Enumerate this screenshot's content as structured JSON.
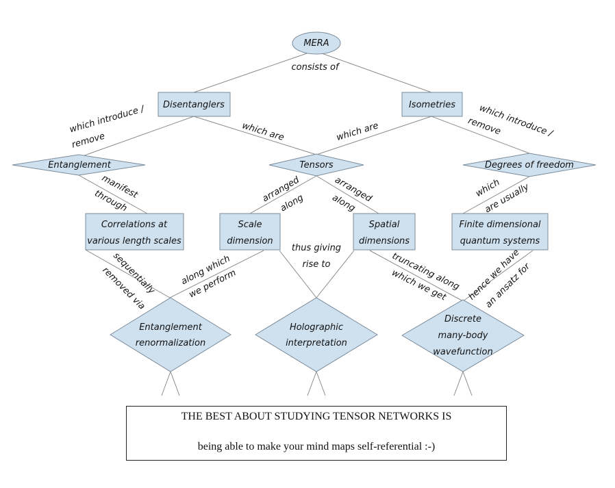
{
  "nodes": {
    "mera": "MERA",
    "disentanglers": "Disentanglers",
    "isometries": "Isometries",
    "entanglement": "Entanglement",
    "tensors": "Tensors",
    "degrees_of_freedom": "Degrees of freedom",
    "correlations": [
      "Correlations at",
      "various length scales"
    ],
    "scale_dimension": [
      "Scale",
      "dimension"
    ],
    "spatial_dimensions": [
      "Spatial",
      "dimensions"
    ],
    "finite_systems": [
      "Finite dimensional",
      "quantum systems"
    ],
    "entanglement_renormalization": [
      "Entanglement",
      "renormalization"
    ],
    "holographic_interpretation": [
      "Holographic",
      "interpretation"
    ],
    "discrete_wavefunction": [
      "Discrete",
      "many-body",
      "wavefunction"
    ]
  },
  "edges": {
    "consists_of": "consists of",
    "dis_which_introduce": [
      "which introduce /",
      "remove"
    ],
    "dis_which_are": "which are",
    "iso_which_are": "which are",
    "iso_which_introduce": [
      "which introduce /",
      "remove"
    ],
    "manifest_through": [
      "manifest",
      "through"
    ],
    "scale_arranged_along": [
      "arranged",
      "along"
    ],
    "spatial_arranged_along": [
      "arranged",
      "along"
    ],
    "which_are_usually": [
      "which",
      "are usually"
    ],
    "sequentially_removed_via": [
      "sequentially",
      "removed via"
    ],
    "along_which_we_perform": [
      "along which",
      "we perform"
    ],
    "thus_giving_rise_to": [
      "thus giving",
      "rise to"
    ],
    "truncating_along": [
      "truncating along",
      "which we get"
    ],
    "hence_we_have": [
      "hence we have",
      "an ansatz for"
    ]
  },
  "caption": {
    "line1": "THE BEST ABOUT STUDYING TENSOR NETWORKS IS",
    "line2": "being able to make your mind maps self-referential :-)"
  }
}
